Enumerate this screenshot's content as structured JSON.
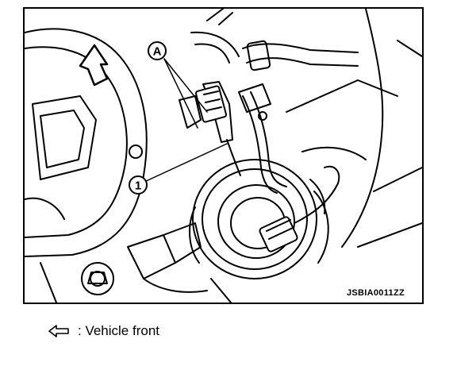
{
  "figure": {
    "code": "JSBIA0011ZZ",
    "callouts": {
      "a": "A",
      "one": "1"
    }
  },
  "legend": {
    "icon": "arrow-left-outline-icon",
    "text": ": Vehicle front"
  }
}
